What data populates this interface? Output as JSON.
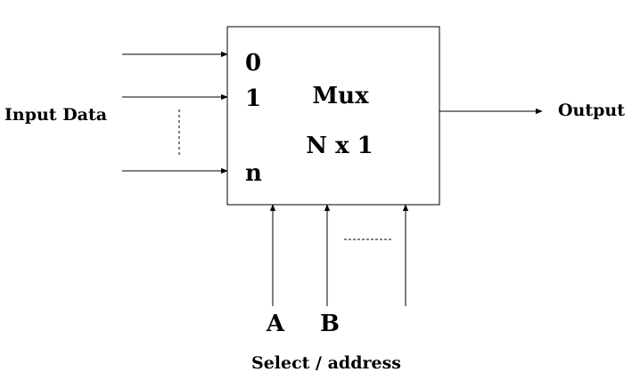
{
  "block": {
    "title": "Mux",
    "size": "N x 1"
  },
  "inputs": {
    "group_label": "Input Data",
    "port_labels": [
      "0",
      "1",
      "n"
    ]
  },
  "output": {
    "label": "Output"
  },
  "select": {
    "line_labels": [
      "A",
      "B"
    ],
    "caption": "Select / address"
  },
  "colors": {
    "stroke": "#000000",
    "background": "#ffffff"
  }
}
